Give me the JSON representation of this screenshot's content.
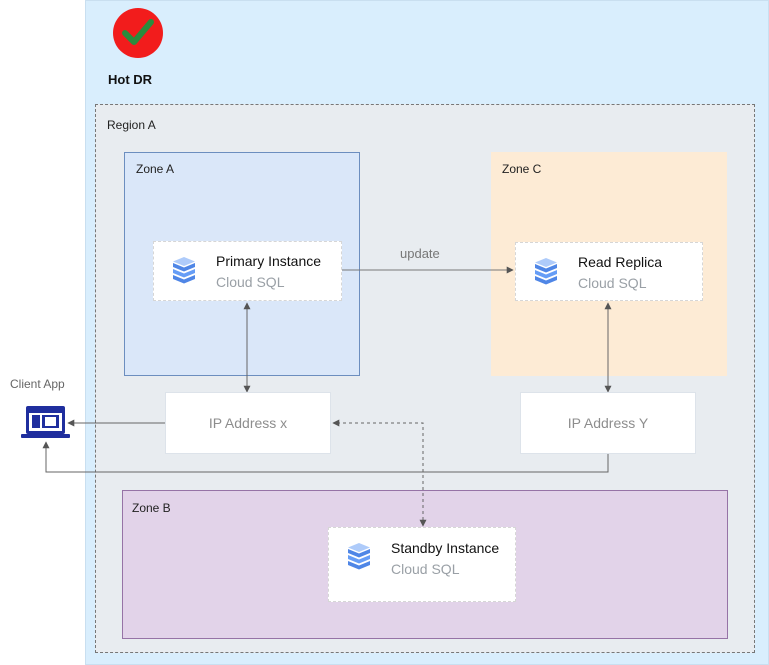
{
  "title": "Hot DR",
  "region": {
    "label": "Region A"
  },
  "zones": {
    "a": {
      "label": "Zone A"
    },
    "b": {
      "label": "Zone B"
    },
    "c": {
      "label": "Zone C"
    }
  },
  "primary": {
    "name": "Primary Instance",
    "service": "Cloud SQL"
  },
  "replica": {
    "name": "Read Replica",
    "service": "Cloud SQL"
  },
  "standby": {
    "name": "Standby Instance",
    "service": "Cloud SQL"
  },
  "ip_x": {
    "label": "IP Address x"
  },
  "ip_y": {
    "label": "IP Address Y"
  },
  "client": {
    "label": "Client App"
  },
  "edge_update": {
    "label": "update"
  },
  "colors": {
    "panel": "#d9eefd",
    "check_badge": "#f21c1c",
    "check_mark": "#2a8c3d",
    "zone_a": "#dae7f9",
    "zone_c": "#fdebd5",
    "zone_b": "#e2d3e9",
    "db_icon": "#4f86e6",
    "client_icon": "#1f2e9e"
  }
}
